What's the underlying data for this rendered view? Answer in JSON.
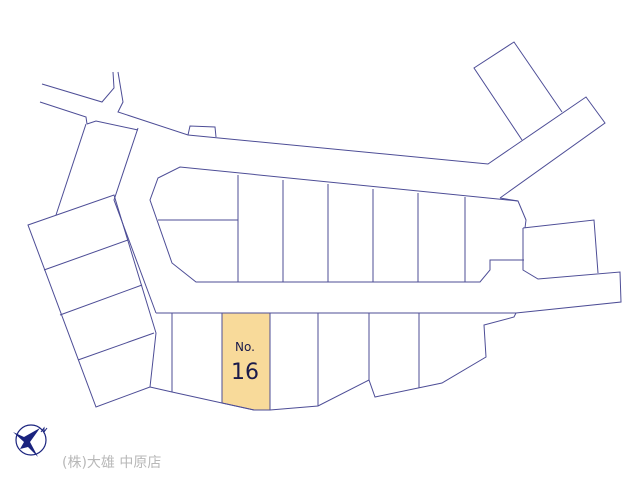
{
  "highlight_lot": {
    "prefix": "No.",
    "number": "16",
    "fill": "#f8da9a"
  },
  "line_color": "#4d4d96",
  "company": {
    "name": "(株)大雄 中原店",
    "logo": "bird-logo-icon",
    "logo_color": "#1a237e"
  }
}
